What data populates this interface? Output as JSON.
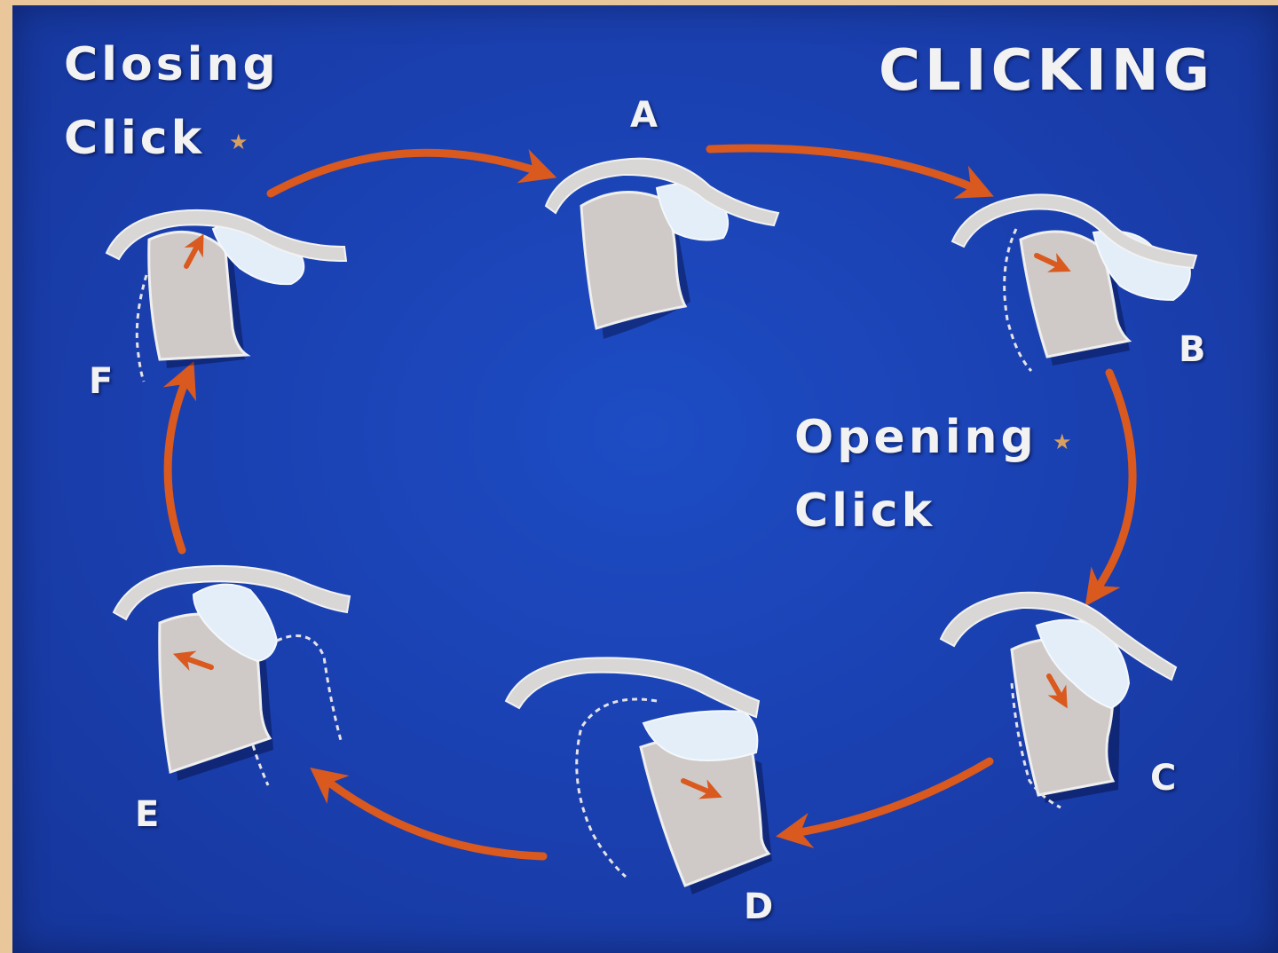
{
  "title": "CLICKING",
  "captions": {
    "closing_line1": "Closing",
    "closing_line2": "Click",
    "opening_line1": "Opening",
    "opening_line2": "Click"
  },
  "star_symbol": "★",
  "stages": [
    "A",
    "B",
    "C",
    "D",
    "E",
    "F"
  ],
  "colors": {
    "background": "#1a3fae",
    "text": "#f2f2f2",
    "arrow": "#d9591f",
    "bone": "#cfcac7",
    "disc": "#e3eef9",
    "star": "#d8a060"
  }
}
